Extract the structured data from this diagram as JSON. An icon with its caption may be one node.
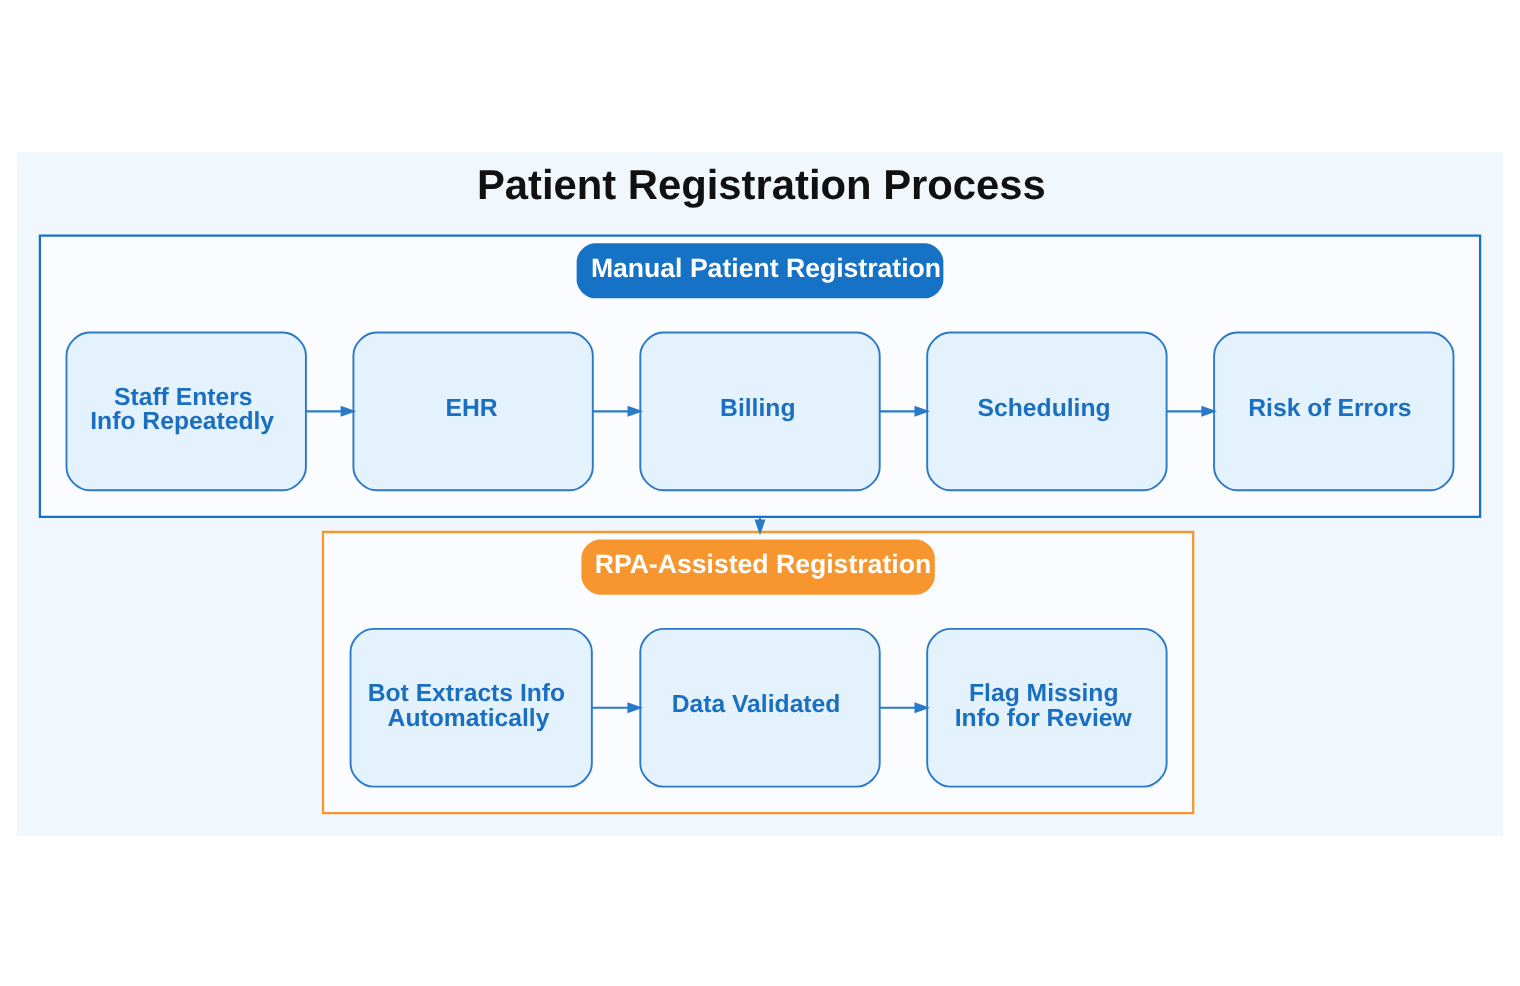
{
  "diagram": {
    "title": "Patient Registration Process",
    "nodes": [
      {
        "text": [
          "Manual Patient Registration"
        ]
      },
      {
        "text": [
          "Staff Enters Info Repeatedly"
        ],
        "in": 0
      },
      {
        "text": [
          "EHR"
        ],
        "in": 0
      },
      {
        "text": [
          "Billing"
        ],
        "in": 0
      },
      {
        "text": [
          "Scheduling"
        ],
        "in": 0
      },
      {
        "text": [
          "Risk of Errors"
        ],
        "in": 0
      },
      {
        "text": [
          "RPA-Assisted Registration"
        ]
      },
      {
        "text": [
          "Bot Extracts Info Automatically"
        ],
        "in": 6
      },
      {
        "text": [
          "Data Validated"
        ],
        "in": 6
      },
      {
        "text": [
          "Flag Missing Info for Review"
        ],
        "in": 6
      }
    ],
    "edges": [
      {
        "from": 1,
        "to": 2,
        "arrow": "to"
      },
      {
        "from": 2,
        "to": 3,
        "arrow": "to"
      },
      {
        "from": 3,
        "to": 4,
        "arrow": "to"
      },
      {
        "from": 4,
        "to": 5,
        "arrow": "to"
      },
      {
        "from": 0,
        "to": 6,
        "arrow": "to"
      },
      {
        "from": 7,
        "to": 8,
        "arrow": "to"
      },
      {
        "from": 8,
        "to": 9,
        "arrow": "to"
      }
    ]
  }
}
